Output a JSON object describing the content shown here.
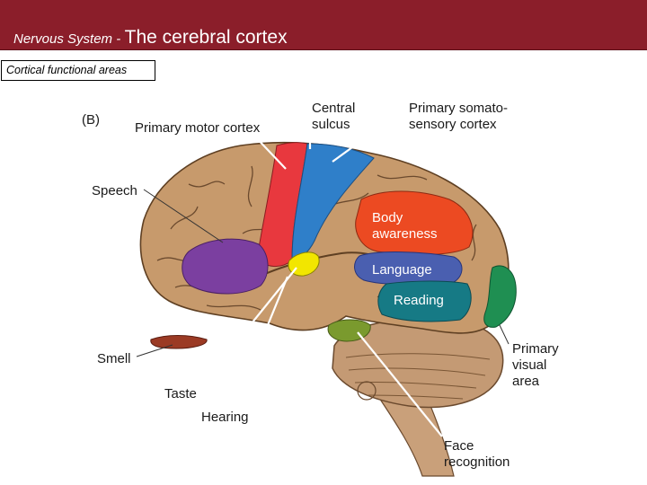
{
  "header": {
    "section": "Nervous System -",
    "topic": "The cerebral cortex"
  },
  "subtitle": "Cortical functional areas",
  "figure": {
    "panel_label": "(B)",
    "labels": {
      "primary_motor_cortex": "Primary motor cortex",
      "central_sulcus_1": "Central",
      "central_sulcus_2": "sulcus",
      "somatosensory_1": "Primary somato-",
      "somatosensory_2": "sensory cortex",
      "speech": "Speech",
      "smell": "Smell",
      "taste": "Taste",
      "hearing": "Hearing",
      "visual_1": "Primary",
      "visual_2": "visual",
      "visual_3": "area",
      "face_1": "Face",
      "face_2": "recognition",
      "body_awareness_1": "Body",
      "body_awareness_2": "awareness",
      "language": "Language",
      "reading": "Reading"
    },
    "colors": {
      "header_bg": "#8b1e2a",
      "brain": "#c79a6c",
      "motor_cortex": "#e8383e",
      "somatosensory": "#2f7fc9",
      "speech": "#7b3fa0",
      "taste": "#f2e600",
      "body_awareness": "#ec4a22",
      "language": "#4a5fb0",
      "reading": "#167a85",
      "visual": "#1f8f52",
      "face": "#7a9a2e",
      "smell": "#9b3a24"
    }
  }
}
